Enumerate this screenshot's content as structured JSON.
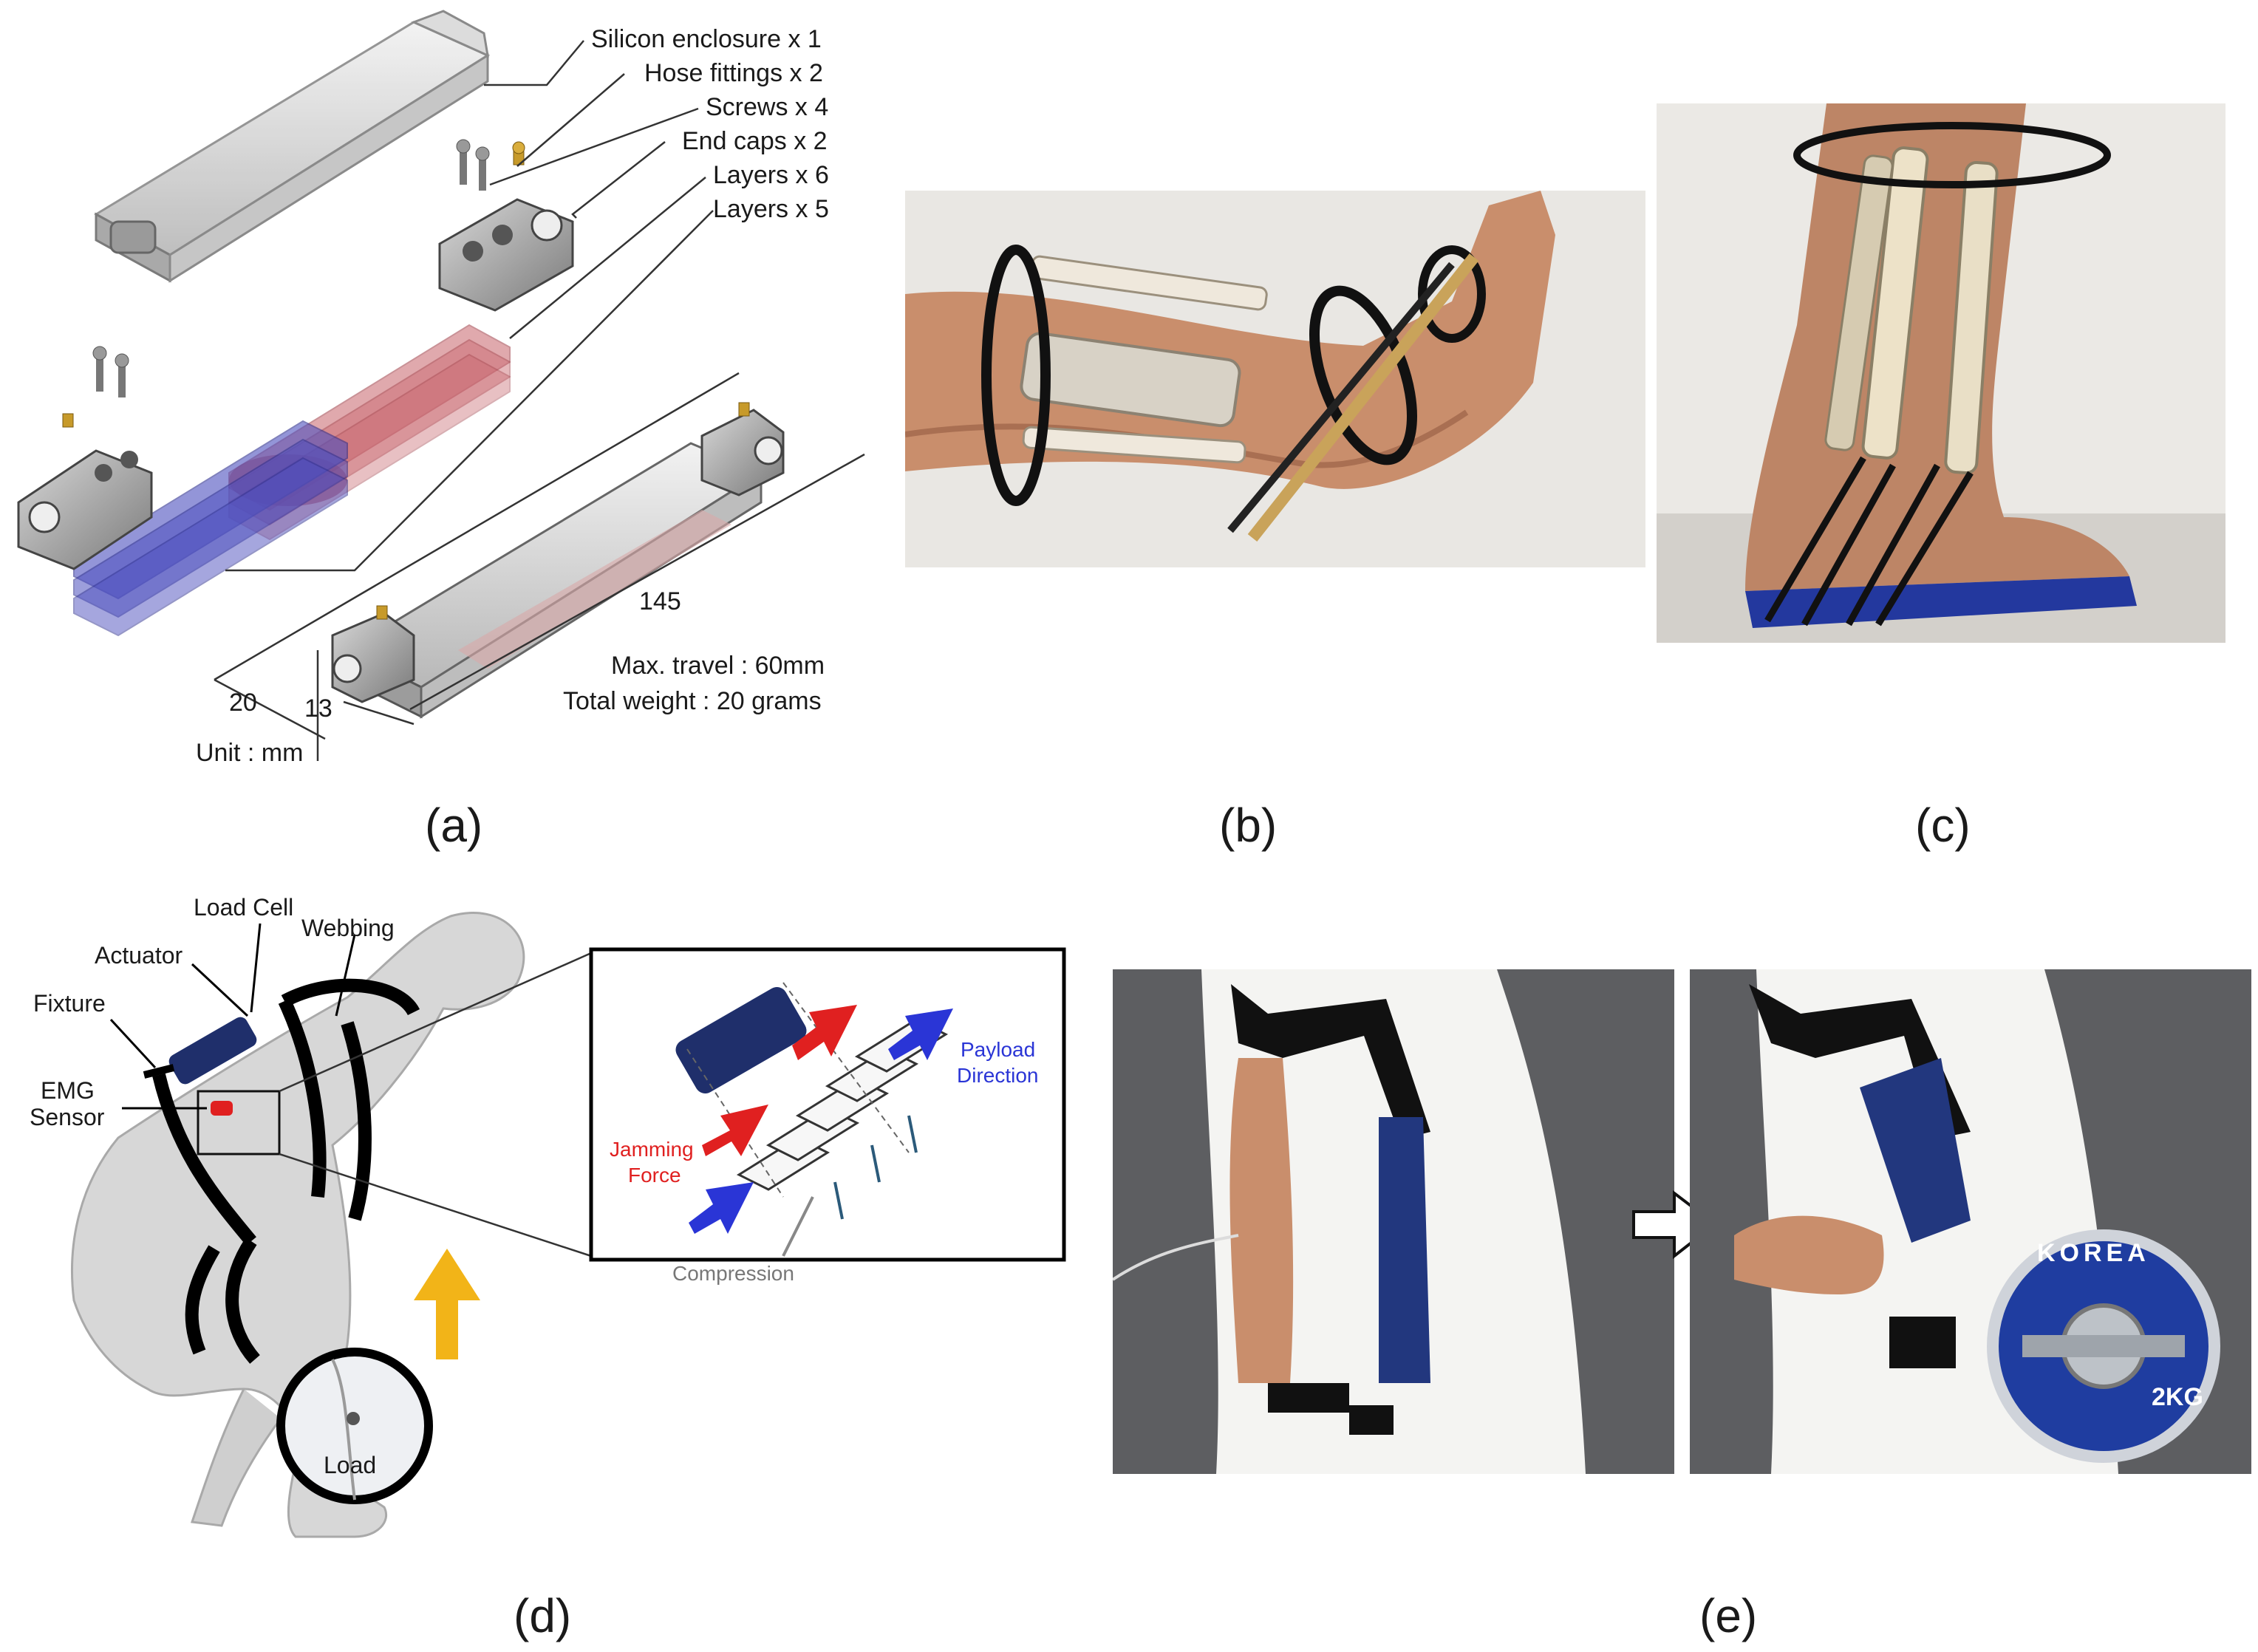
{
  "panels": {
    "a": {
      "label": "(a)",
      "parts": [
        "Silicon enclosure x 1",
        "Hose fittings x 2",
        "Screws x 4",
        "End caps x 2",
        "Layers x 6",
        "Layers x 5"
      ],
      "dim_length": "145",
      "dim_width": "20",
      "dim_height": "13",
      "unit": "Unit : mm",
      "max_travel": "Max. travel : 60mm",
      "total_weight": "Total weight : 20 grams"
    },
    "b": {
      "label": "(b)"
    },
    "c": {
      "label": "(c)"
    },
    "d": {
      "label": "(d)",
      "load_cell": "Load Cell",
      "actuator": "Actuator",
      "webbing": "Webbing",
      "fixture": "Fixture",
      "emg_line1": "EMG",
      "emg_line2": "Sensor",
      "load": "Load",
      "payload_line1": "Payload",
      "payload_line2": "Direction",
      "jamming_line1": "Jamming",
      "jamming_line2": "Force",
      "compression": "Compression"
    },
    "e": {
      "label": "(e)",
      "plate_text": "KOREA",
      "plate_weight": "2KG"
    }
  },
  "colors": {
    "red_layer": "#c8636b",
    "blue_layer": "#4d4fbf",
    "navy": "#1f2f6b",
    "arrow_red": "#e02020",
    "arrow_blue": "#2a35d6",
    "arrow_yellow": "#f2b418",
    "skin": "#c98e6c",
    "wall": "#e9e7e3",
    "studio": "#5d5e61"
  }
}
